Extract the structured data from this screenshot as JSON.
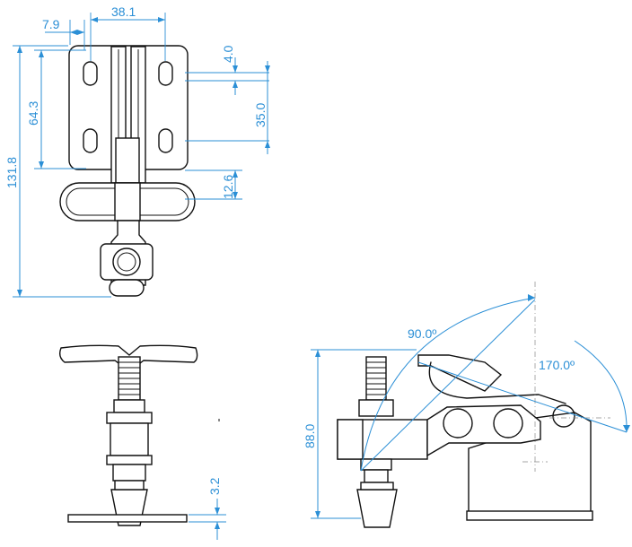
{
  "drawing": {
    "views": [
      "top-view",
      "front-view",
      "side-view"
    ],
    "colors": {
      "outline": "#111111",
      "dimension": "#2b8fd6",
      "background": "#ffffff"
    }
  },
  "dimensions": {
    "top_view": {
      "hole_offset": "7.9",
      "hole_spacing_x": "38.1",
      "slot_length": "4.0",
      "hole_spacing_y": "64.3",
      "slot_pitch": "35.0",
      "overall_height": "131.8",
      "base_to_bar": "12.6"
    },
    "front_view": {
      "spindle_clearance": "3.2"
    },
    "side_view": {
      "height": "88.0",
      "open_angle": "90.0º",
      "handle_angle": "170.0º"
    }
  }
}
